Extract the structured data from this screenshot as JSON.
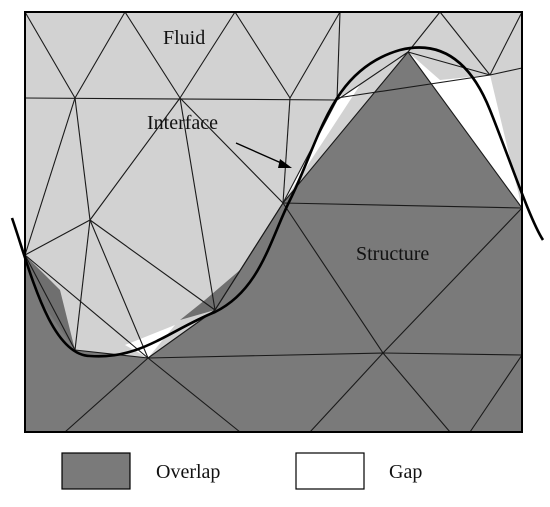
{
  "colors": {
    "fluid": "#d2d2d2",
    "structure": "#7a7a7a",
    "gap": "#ffffff",
    "mesh_line": "#1a1a1a",
    "interface_line": "#000000"
  },
  "labels": {
    "fluid": "Fluid",
    "interface": "Interface",
    "structure": "Structure"
  },
  "legend": {
    "overlap": "Overlap",
    "gap": "Gap"
  }
}
